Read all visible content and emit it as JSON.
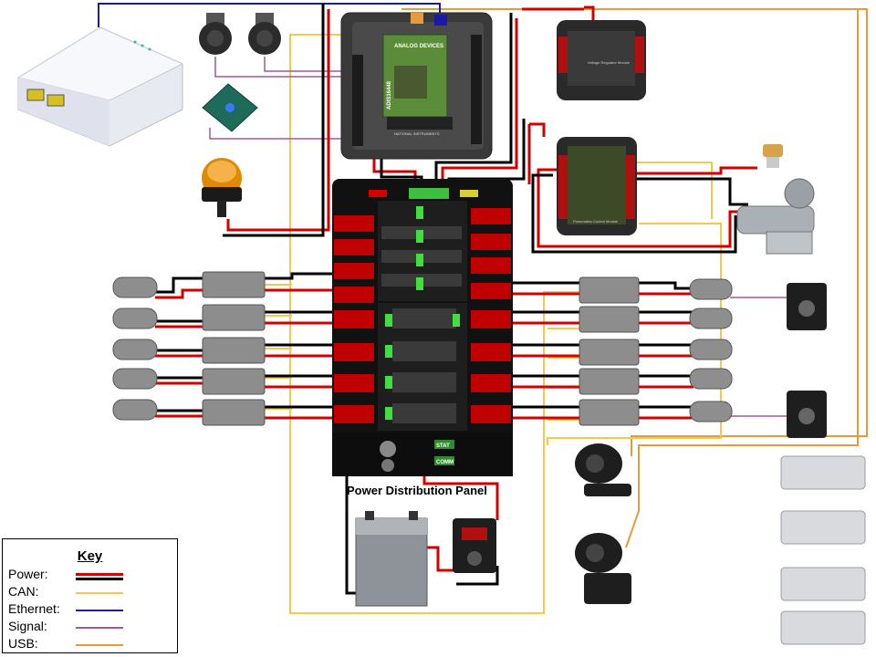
{
  "diagram": {
    "pdp_title": "Power Distribution Panel",
    "roborio_brand": "ANALOG DEVICES",
    "roborio_chip": "ADIS16448",
    "roborio_maker": "NATIONAL INSTRUMENTS",
    "vrm_label": "Voltage Regulator Module",
    "pcm_label": "Pneumatics Control Module",
    "pdp_stat": "STAT",
    "pdp_comm": "COMM"
  },
  "key": {
    "title": "Key",
    "items": [
      {
        "label": "Power:",
        "color": "#d40000",
        "color2": "#000000"
      },
      {
        "label": "CAN:",
        "color": "#f2c94c"
      },
      {
        "label": "Ethernet:",
        "color": "#1a1aa6"
      },
      {
        "label": "Signal:",
        "color": "#a05a9a"
      },
      {
        "label": "USB:",
        "color": "#e59a3c"
      }
    ]
  },
  "colors": {
    "power_red": "#d40000",
    "power_black": "#000000",
    "can": "#f2c94c",
    "ethernet": "#1a1aa6",
    "signal": "#a05a9a",
    "usb": "#e59a3c"
  }
}
